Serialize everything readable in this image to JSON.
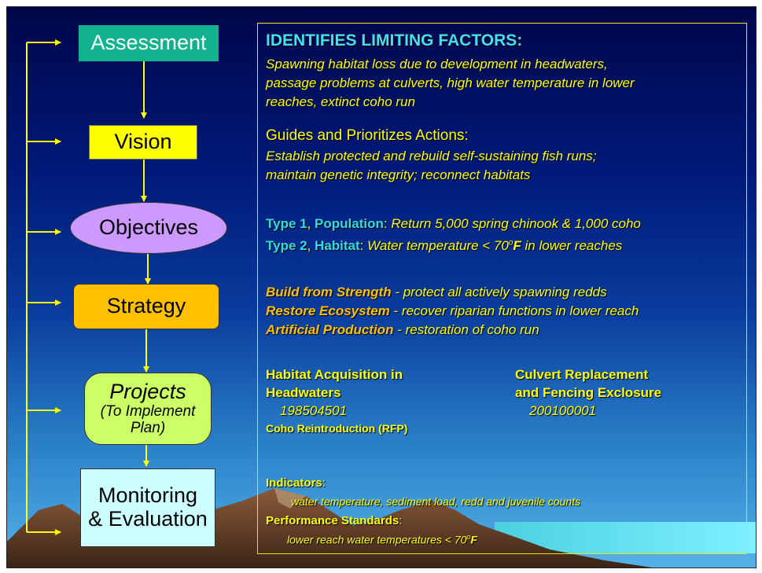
{
  "flow": {
    "assessment": "Assessment",
    "vision": "Vision",
    "objectives": "Objectives",
    "strategy": "Strategy",
    "projects_line1": "Projects",
    "projects_line2": "(To Implement",
    "projects_line3": "Plan)",
    "monitoring_line1": "Monitoring",
    "monitoring_line2": "& Evaluation"
  },
  "panel": {
    "limiting_title": "IDENTIFIES LIMITING FACTORS:",
    "limiting_l1": "Spawning habitat loss due to development in headwaters,",
    "limiting_l2": "passage problems at culverts, high water temperature in lower",
    "limiting_l3": "reaches, extinct coho run",
    "guides_title": "Guides and Prioritizes Actions:",
    "guides_l1": "Establish protected and rebuild self-sustaining fish runs;",
    "guides_l2": "maintain genetic integrity; reconnect habitats",
    "type1_label": "Type 1",
    "type1_sep": ", ",
    "type1_kind": "Population",
    "type1_colon": ":",
    "type1_text": " Return 5,000 spring chinook & 1,000 coho",
    "type2_label": "Type 2",
    "type2_sep": ", ",
    "type2_kind": "Habitat",
    "type2_colon": ":",
    "type2_text": " Water temperature < 70",
    "type2_deg": "o",
    "type2_unit": "F",
    "type2_rest": " in lower reaches",
    "s1_bold": "Build from Strength",
    "s1_rest": " - protect all actively spawning redds",
    "s2_bold": "Restore Ecosystem",
    "s2_rest": " - recover riparian functions in lower reach",
    "s3_bold": "Artificial Production",
    "s3_rest": " - restoration of coho run",
    "proj1_l1": "Habitat Acquisition in",
    "proj1_l2": "Headwaters",
    "proj1_num": "198504501",
    "proj2_l1": "Culvert Replacement",
    "proj2_l2": "and Fencing Exclosure",
    "proj2_num": "200100001",
    "proj3": "Coho Reintroduction (RFP)",
    "ind_title": "Indicators",
    "ind_colon": ":",
    "ind_text": "water temperature, sediment load, redd and juvenile counts",
    "perf_title": "Performance Standards",
    "perf_colon": ":",
    "perf_text": "lower reach water temperatures < 70",
    "perf_deg": "o",
    "perf_unit": "F"
  },
  "colors": {
    "assessment": "#13b28f",
    "vision": "#ffff00",
    "objectives": "#cc99ff",
    "strategy": "#ffc000",
    "projects": "#ccff66",
    "monitoring": "#ccffff",
    "arrow": "#ffff00"
  }
}
